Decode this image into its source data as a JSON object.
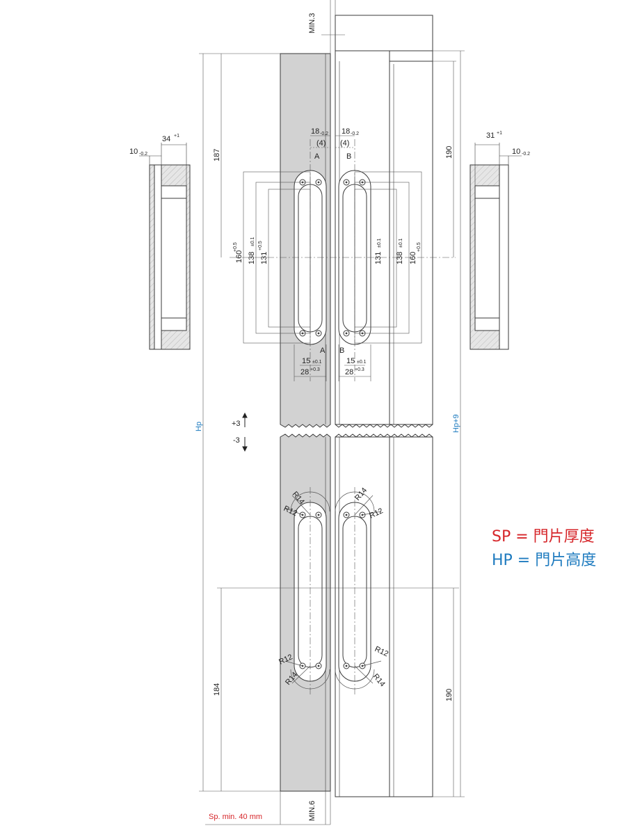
{
  "colors": {
    "line": "#3a3a3a",
    "thin": "#555555",
    "door_fill": "#d2d2d2",
    "hatch_fill": "#e6e6e6",
    "red": "#d6262a",
    "blue": "#1e7bbf"
  },
  "labels": {
    "min3": "MIN.3",
    "min6": "MIN.6",
    "sp_min": "Sp. min. 40 mm",
    "hp": "Hp",
    "hp9": "Hp+9",
    "plus3": "+3",
    "minus3": "-3",
    "a": "A",
    "b": "B"
  },
  "dimensions": {
    "d187": "187",
    "d184": "184",
    "d190_top": "190",
    "d190_bottom": "190",
    "d160": "160",
    "d138": "138",
    "d131": "131",
    "d18": "18",
    "d4": "(4)",
    "d15": "15",
    "d28": "28",
    "d34": "34",
    "d31": "31",
    "d10": "10",
    "r14": "R14",
    "r12": "R12",
    "tol_plus01": "±0.1",
    "tol_plus1": "+1",
    "tol_plus05": "+0.5",
    "tol_plus03": "+0.3",
    "tol_0": "0",
    "tol_minus02": "-0.2"
  },
  "legend": {
    "sp": "SP = 門片厚度",
    "hp": "HP = 門片高度"
  }
}
